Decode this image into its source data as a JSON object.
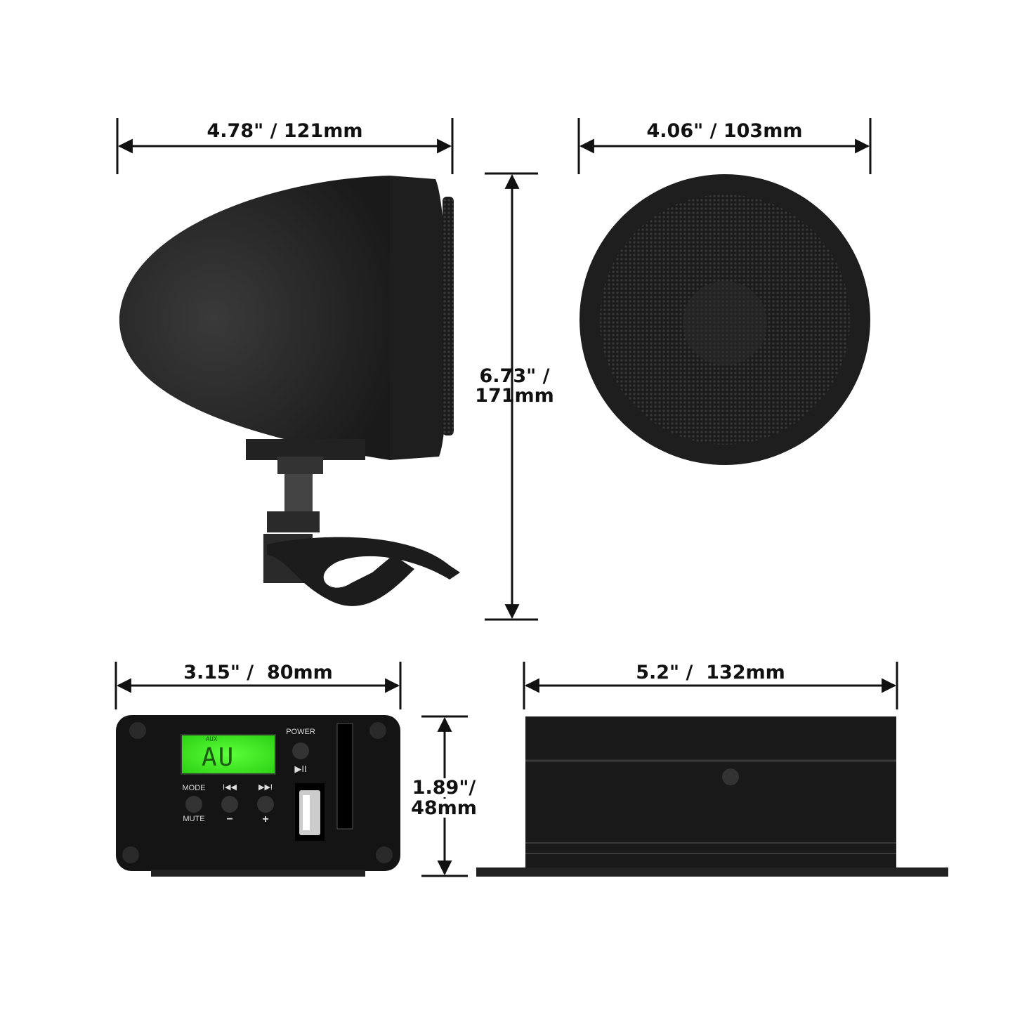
{
  "dimensions": {
    "speaker_side_width": "4.78\" / 121mm",
    "speaker_front_width": "4.06\" / 103mm",
    "speaker_height_line1": "6.73\" /",
    "speaker_height_line2": "171mm",
    "control_width": "3.15\" /  80mm",
    "amp_width": "5.2\" /  132mm",
    "control_height_line1": "1.89\"/",
    "control_height_line2": "48mm"
  },
  "control_panel": {
    "lcd_indicator": "AUX",
    "lcd_text": "AU",
    "lcd_color": "#3fe820",
    "power_label": "POWER",
    "play_pause_label": "▶II",
    "mode_label": "MODE",
    "mute_label": "MUTE",
    "prev_label": "I◀◀",
    "next_label": "▶▶I",
    "minus_label": "−",
    "plus_label": "+"
  }
}
